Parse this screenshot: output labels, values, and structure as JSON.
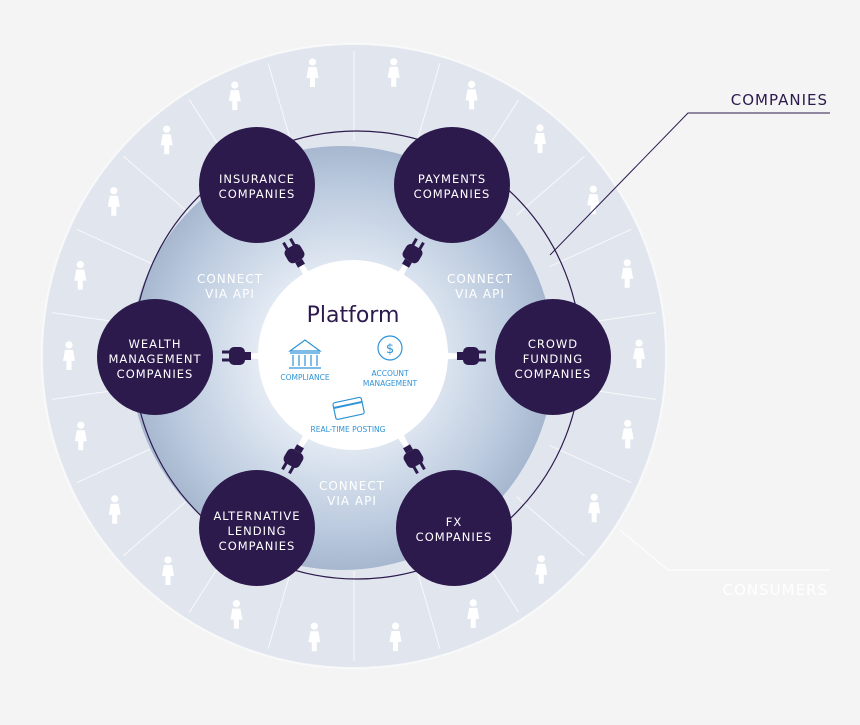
{
  "platform": {
    "title": "Platform",
    "features": {
      "compliance": "COMPLIANCE",
      "account_line1": "ACCOUNT",
      "account_line2": "MANAGEMENT",
      "posting": "REAL-TIME POSTING"
    }
  },
  "connect": {
    "line1": "CONNECT",
    "line2": "VIA API"
  },
  "companies": {
    "insurance": [
      "INSURANCE",
      "COMPANIES"
    ],
    "payments": [
      "PAYMENTS",
      "COMPANIES"
    ],
    "wealth": [
      "WEALTH",
      "MANAGEMENT",
      "COMPANIES"
    ],
    "crowd": [
      "CROWD",
      "FUNDING",
      "COMPANIES"
    ],
    "lending": [
      "ALTERNATIVE",
      "LENDING",
      "COMPANIES"
    ],
    "fx": [
      "FX",
      "COMPANIES"
    ]
  },
  "callouts": {
    "companies": "COMPANIES",
    "consumers": "CONSUMERS"
  },
  "colors": {
    "node": "#2c1a4d",
    "accent_blue": "#2f93d6",
    "outer_ring": "#dde3ec",
    "inner_disk": "#b7c6db"
  }
}
